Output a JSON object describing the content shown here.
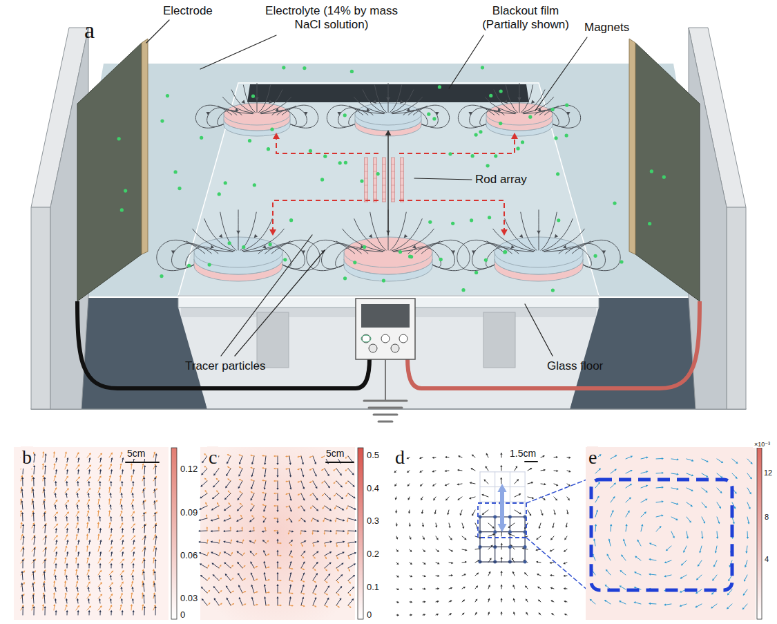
{
  "diagram": {
    "labels": [
      "a",
      "Electrode",
      "Electrolyte (14% by mass NaCl solution)",
      "Blackout film (Partially shown)",
      "Magnets",
      "Rod array",
      "Tracer particles",
      "Glass floor",
      "b",
      "5cm",
      "0.12",
      "0.09",
      "0.06",
      "0.03",
      "0",
      "c",
      "5cm",
      "0.5",
      "0.4",
      "0.3",
      "0.2",
      "0.1",
      "0",
      "d",
      "1.5cm",
      "e",
      "×10⁻³",
      "12",
      "8",
      "4"
    ]
  }
}
